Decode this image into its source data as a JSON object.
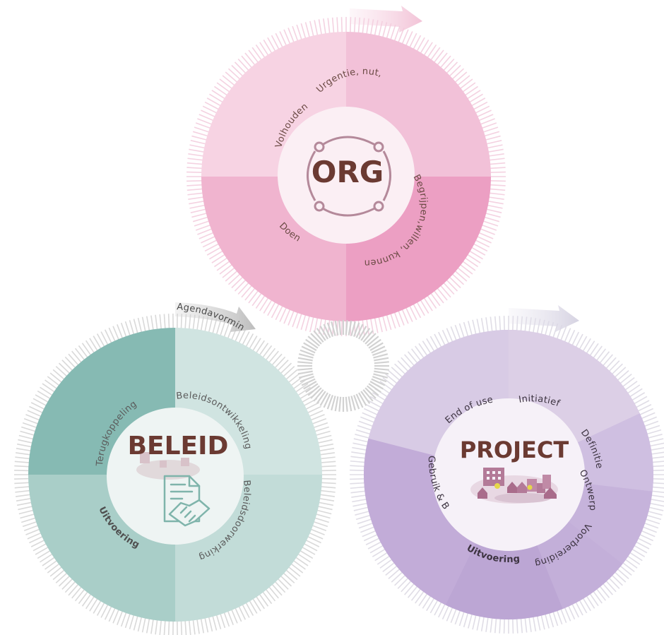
{
  "wheels": {
    "org": {
      "title": "ORG",
      "segments": [
        "Urgentie, nut,",
        "Begrijpen,willen, kunnen",
        "Doen",
        "Volhouden"
      ],
      "colors": {
        "base": "#f3bfd6",
        "q1": "#f7d3e3",
        "q2": "#f2c1d8",
        "q3": "#f0b4cf",
        "q4": "#ec9fc3",
        "ticks": "#f4d2e1",
        "titleColor": "#6b3a32",
        "iconColor": "#b4899a"
      }
    },
    "beleid": {
      "title": "BELEID",
      "arrow_label": "Agendavorming",
      "segments": [
        "Beleidsontwikkeling",
        "Beleidsdoorwerking",
        "Uitvoering",
        "Terugkoppeling"
      ],
      "colors": {
        "q1": "#d0e4e1",
        "q2": "#c2dcd8",
        "q3": "#a9cec8",
        "q4": "#86bab3",
        "ticks": "#d9d9d9",
        "titleColor": "#6b3a32",
        "iconColor": "#7fb4ab"
      }
    },
    "project": {
      "title": "PROJECT",
      "segments": [
        "Initiatief",
        "Definitie",
        "Ontwerp",
        "Voorbereiding",
        "Uitvoering",
        "Gebruik & Beheer",
        "End of use"
      ],
      "colors": {
        "light": "#dccfe6",
        "mid": "#c9b6dd",
        "dark": "#bca6d4",
        "ticks": "#e0dde6",
        "titleColor": "#6b3a32"
      }
    }
  },
  "hub": {
    "color": "#d2d2d2"
  }
}
